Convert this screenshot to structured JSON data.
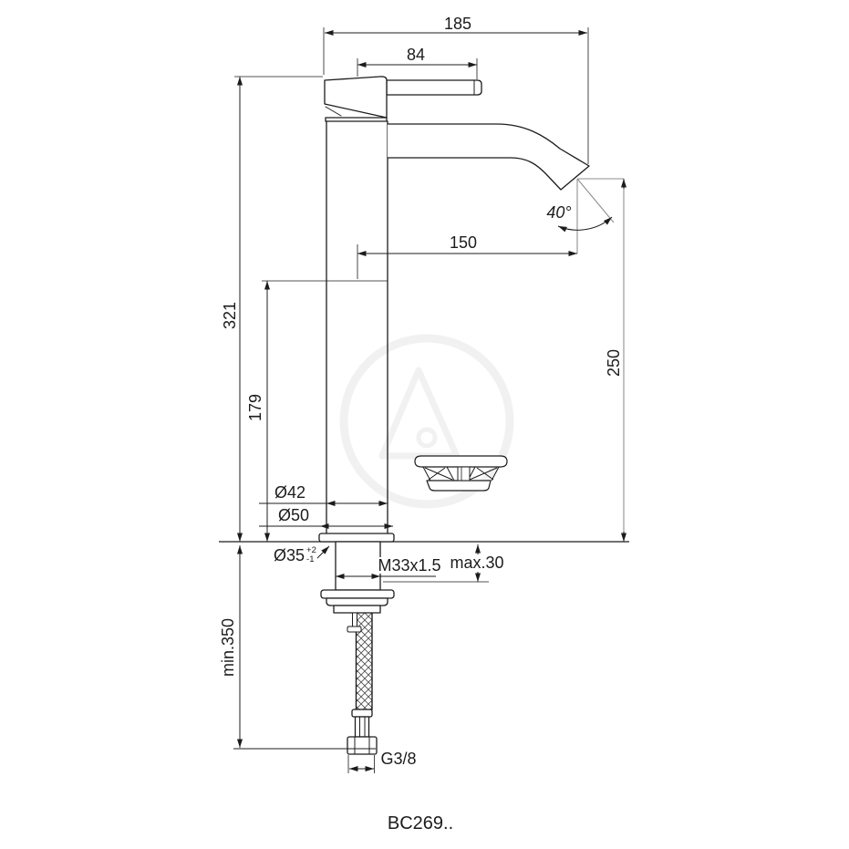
{
  "drawing": {
    "product_code": "BC269..",
    "labels": {
      "overall_width": "185",
      "handle_length": "84",
      "spout_reach": "150",
      "spout_angle": "40°",
      "overall_height": "321",
      "underspout_height": "179",
      "outlet_height": "250",
      "body_diameter": "Ø42",
      "base_diameter": "Ø50",
      "hole_diameter": "Ø35",
      "hole_tolerance_plus": "+2",
      "hole_tolerance_minus": "-1",
      "thread_size": "M33x1.5",
      "deck_thickness": "max.30",
      "hose_length": "min.350",
      "supply_connection": "G3/8"
    },
    "line_colors": {
      "part_outline": "#1c1c1c",
      "reference_line": "#8f8f8f",
      "watermark": "#f1f1f1"
    }
  }
}
